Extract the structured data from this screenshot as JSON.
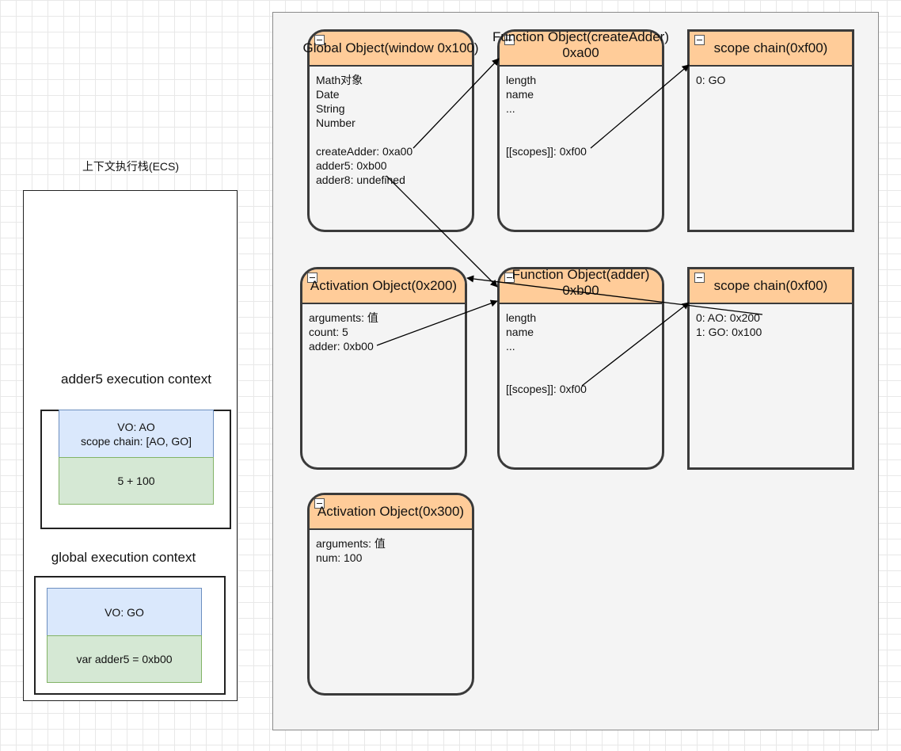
{
  "ecs": {
    "label": "上下文执行栈(ECS)",
    "adder5_ctx": {
      "title": "adder5 execution context",
      "vo": "VO: AO",
      "scope": "scope chain: [AO, GO]",
      "code": "5 + 100"
    },
    "global_ctx": {
      "title": "global execution context",
      "vo": "VO: GO",
      "code": "var adder5 = 0xb00"
    }
  },
  "cards": {
    "global_object": {
      "title": "Global Object(window 0x100)",
      "lines": [
        "Math对象",
        "Date",
        "String",
        "Number",
        "",
        "createAdder: 0xa00",
        "adder5: 0xb00",
        "adder8: undefined"
      ]
    },
    "fn_create_adder": {
      "title": "Function Object(createAdder)",
      "title2": "0xa00",
      "lines": [
        "length",
        "name",
        "...",
        "",
        "",
        "[[scopes]]: 0xf00"
      ]
    },
    "scope_chain_1": {
      "title": "scope chain(0xf00)",
      "lines": [
        "0: GO"
      ]
    },
    "activation_200": {
      "title": "Activation Object(0x200)",
      "lines": [
        "arguments: 值",
        "count: 5",
        "adder: 0xb00"
      ]
    },
    "fn_adder": {
      "title": "Function Object(adder)",
      "title2": "0xb00",
      "lines": [
        "length",
        "name",
        "...",
        "",
        "",
        "[[scopes]]: 0xf00"
      ]
    },
    "scope_chain_2": {
      "title": "scope chain(0xf00)",
      "lines": [
        "0: AO: 0x200",
        "1: GO: 0x100"
      ]
    },
    "activation_300": {
      "title": "Activation Object(0x300)",
      "lines": [
        "arguments: 值",
        "num: 100"
      ]
    }
  },
  "colors": {
    "header": "#ffcc99",
    "vo_fill": "#dae8fc",
    "code_fill": "#d5e8d4",
    "panel": "#f4f4f4"
  }
}
